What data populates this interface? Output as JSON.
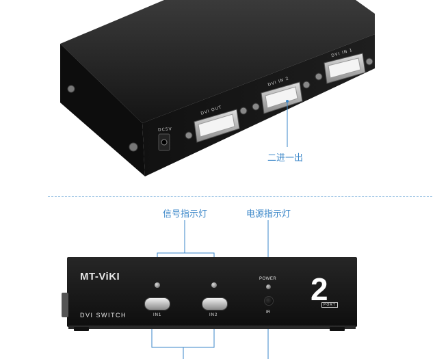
{
  "top_device": {
    "port_labels": [
      "DC5V",
      "DVI OUT",
      "DVI IN 2",
      "DVI IN 1"
    ],
    "annotation": "二进一出"
  },
  "bottom_device": {
    "brand": "MT-ViKI",
    "model": "DVI SWITCH",
    "power_label": "POWER",
    "ir_label": "IR",
    "button_labels": [
      "IN1",
      "IN2"
    ],
    "port_count_number": "2",
    "port_count_word": "PORT"
  },
  "annotations": {
    "signal_indicator": "信号指示灯",
    "power_indicator": "电源指示灯"
  },
  "colors": {
    "annotation": "#3a86c8",
    "device_body": "#1a1a1a",
    "divider": "#9cc4e4"
  }
}
